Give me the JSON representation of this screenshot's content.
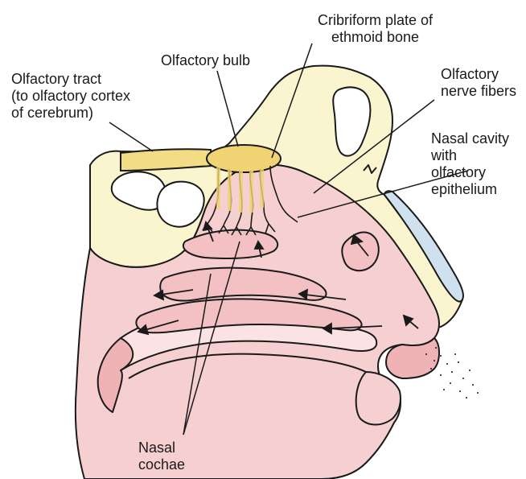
{
  "labels": {
    "olfactory_bulb": {
      "lines": [
        "Olfactory bulb"
      ]
    },
    "cribriform_plate": {
      "lines": [
        "Cribriform plate of",
        "ethmoid bone"
      ]
    },
    "olfactory_tract": {
      "lines": [
        "Olfactory tract",
        "(to olfactory cortex",
        "of cerebrum)"
      ]
    },
    "olfactory_nerve_fibers": {
      "lines": [
        "Olfactory",
        "nerve fibers"
      ]
    },
    "nasal_cavity": {
      "lines": [
        "Nasal cavity",
        "with",
        "olfactory",
        "epithelium"
      ]
    },
    "nasal_conchae": {
      "lines": [
        "Nasal",
        "cochae"
      ]
    }
  },
  "colors": {
    "bone": "#fbf5cf",
    "tissue": "#f6cfd0",
    "tissue_dark": "#efb3b6",
    "tissue_light": "#fae3e2",
    "bulb": "#f0d474",
    "tract": "#f3dc86",
    "cartilage": "#cfe0ee",
    "outline": "#1a1a1a"
  }
}
